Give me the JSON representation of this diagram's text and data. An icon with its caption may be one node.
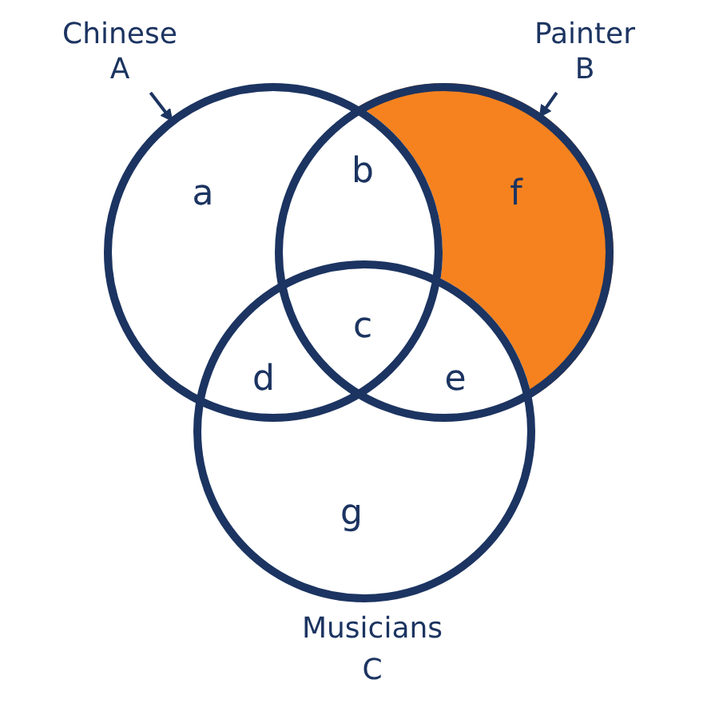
{
  "diagram": {
    "nodes": [
      {
        "text": [
          "Chinese",
          "A"
        ]
      },
      {
        "text": [],
        "shape": "circle"
      },
      {
        "text": [
          "Painter",
          "B"
        ]
      },
      {
        "text": [],
        "shape": "circle"
      },
      {
        "text": [],
        "shape": "circle",
        "beside": [
          "Musicians",
          "C"
        ]
      }
    ],
    "edges": [
      {
        "from": 0,
        "to": 1,
        "arrow": "to"
      },
      {
        "from": 2,
        "to": 3,
        "arrow": "to"
      }
    ],
    "labels": [
      "a",
      "b",
      "f",
      "c",
      "d",
      "e",
      "g"
    ]
  }
}
